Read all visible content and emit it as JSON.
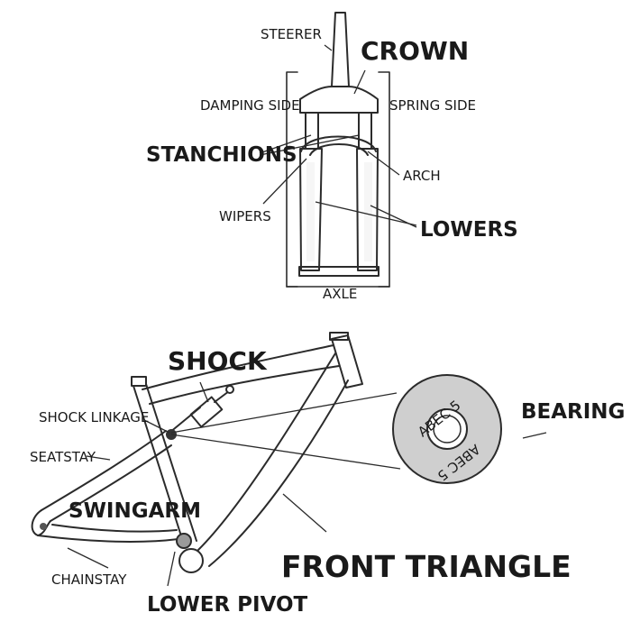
{
  "fork": {
    "labels": {
      "steerer": "STEERER",
      "crown": "CROWN",
      "damping_side": "DAMPING SIDE",
      "spring_side": "SPRING SIDE",
      "stanchions": "STANCHIONS",
      "arch": "ARCH",
      "wipers": "WIPERS",
      "lowers": "LOWERS",
      "axle": "AXLE"
    }
  },
  "frame": {
    "labels": {
      "shock": "SHOCK",
      "shock_linkage": "SHOCK LINKAGE",
      "seatstay": "SEATSTAY",
      "swingarm": "SWINGARM",
      "chainstay": "CHAINSTAY",
      "lower_pivot": "LOWER PIVOT",
      "front_triangle": "FRONT TRIANGLE",
      "bearing": "BEARING"
    },
    "bearing_marking": "ABEC 5"
  },
  "colors": {
    "ink": "#2b2b2b",
    "frame_fill": "#ffffff",
    "bearing_fill": "#cfcfcf",
    "fork_shade": "#d9d9d9"
  }
}
